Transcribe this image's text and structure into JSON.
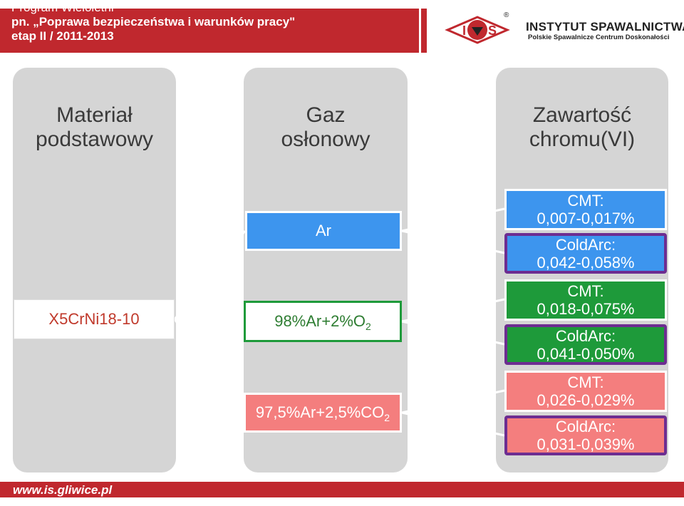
{
  "header": {
    "line1": "Program Wieloletni",
    "line2": "pn. „Poprawa bezpieczeństwa i warunków pracy\"",
    "line3": "etap II  / 2011-2013"
  },
  "institute": {
    "title": "INSTYTUT SPAWALNICTWA",
    "subtitle": "Polskie Spawalnicze Centrum Doskonałości",
    "logo_letters": [
      "I",
      "S"
    ],
    "registered_mark": "®"
  },
  "columns": [
    {
      "title_lines": [
        "Materiał",
        "podstawowy"
      ]
    },
    {
      "title_lines": [
        "Gaz",
        "osłonowy"
      ]
    },
    {
      "title_lines": [
        "Zawartość",
        "chromu(VI)"
      ]
    }
  ],
  "root": {
    "label": "X5CrNi18-10"
  },
  "gases": [
    {
      "main": "Ar",
      "sub": ""
    },
    {
      "main": "98%Ar+2%O",
      "sub": "2"
    },
    {
      "main": "97,5%Ar+2,5%CO",
      "sub": "2"
    }
  ],
  "results": [
    {
      "method": "CMT:",
      "value": "0,007-0,017%"
    },
    {
      "method": "ColdArc:",
      "value": "0,042-0,058%"
    },
    {
      "method": "CMT:",
      "value": "0,018-0,075%"
    },
    {
      "method": "ColdArc:",
      "value": "0,041-0,050%"
    },
    {
      "method": "CMT:",
      "value": "0,026-0,029%"
    },
    {
      "method": "ColdArc:",
      "value": "0,031-0,039%"
    }
  ],
  "footer": {
    "url": "www.is.gliwice.pl"
  },
  "colors": {
    "brand_red": "#c0282e",
    "blue": "#3d95ee",
    "green": "#1e9a3a",
    "pink": "#f47e7e",
    "purple": "#6d2d91",
    "column_gray": "#d5d5d5"
  }
}
